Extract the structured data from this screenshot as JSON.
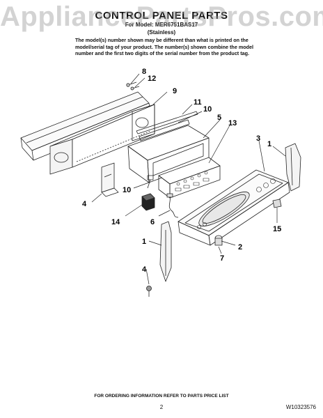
{
  "watermark": "AppliancePartsPros.com",
  "title": "CONTROL PANEL PARTS",
  "model": "For Model: MER6751BAS17",
  "finish": "(Stainless)",
  "note_lines": [
    "The model(s) number shown may be different than what is printed on the",
    "model/serial tag of your product. The number(s) shown combine the model",
    "number and the first two digits of the serial number from the product tag."
  ],
  "callouts": {
    "c8": "8",
    "c12": "12",
    "c9": "9",
    "c11": "11",
    "c10a": "10",
    "c5": "5",
    "c13": "13",
    "c3": "3",
    "c1a": "1",
    "c4a": "4",
    "c10b": "10",
    "c14": "14",
    "c6": "6",
    "c15": "15",
    "c2": "2",
    "c7": "7",
    "c1b": "1",
    "c4b": "4"
  },
  "footer": "FOR ORDERING INFORMATION REFER TO PARTS PRICE LIST",
  "page_number": "2",
  "doc_number": "W10323576"
}
